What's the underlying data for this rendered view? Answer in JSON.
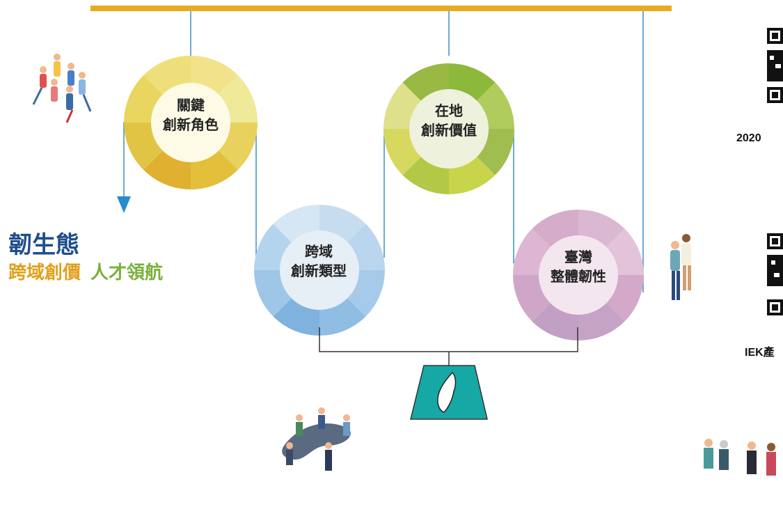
{
  "wheels": [
    {
      "id": "roles",
      "line1": "關鍵",
      "line2": "創新角色",
      "colors": [
        "#f2e38a",
        "#efe99a",
        "#e8d15c",
        "#e4bf3c",
        "#e0b030",
        "#e2c444",
        "#e8d660",
        "#efdf7a"
      ],
      "inner": "#fdfbe6"
    },
    {
      "id": "value",
      "line1": "在地",
      "line2": "創新價值",
      "colors": [
        "#8cb83c",
        "#b0cc5c",
        "#a0be50",
        "#c8d44a",
        "#b4c848",
        "#d6d860",
        "#dfe08c",
        "#9ab844"
      ],
      "inner": "#eef1dc"
    },
    {
      "id": "types",
      "line1": "跨域",
      "line2": "創新類型",
      "colors": [
        "#c6dcef",
        "#bad5ee",
        "#a6cbea",
        "#8fbde4",
        "#7fb2de",
        "#9ec6e6",
        "#b4d4ee",
        "#d5e6f4"
      ],
      "inner": "#e6eef6"
    },
    {
      "id": "resil",
      "line1": "臺灣",
      "line2": "整體韌性",
      "colors": [
        "#dbb8d2",
        "#e2c3da",
        "#d4a8c8",
        "#c5a3c6",
        "#c2a0c6",
        "#cfa6c8",
        "#dcb6d2",
        "#d5acca"
      ],
      "inner": "#f3e6ee"
    }
  ],
  "slogan": {
    "line1": "韌生態",
    "line2a": "跨域創價",
    "line2b": "人才領航"
  },
  "side_labels": {
    "top": "2020",
    "bottom": "IEK產"
  },
  "colors": {
    "bar": "#e8aa1e",
    "rope": "#3d8fc6",
    "arrow": "#2a8ccc",
    "base": "#16a8a4",
    "scale_line": "#333333"
  },
  "icons": [
    "people-group-icon",
    "tourists-icon",
    "meeting-icon",
    "workers-icon",
    "qr-code-icon",
    "taiwan-map-icon"
  ]
}
